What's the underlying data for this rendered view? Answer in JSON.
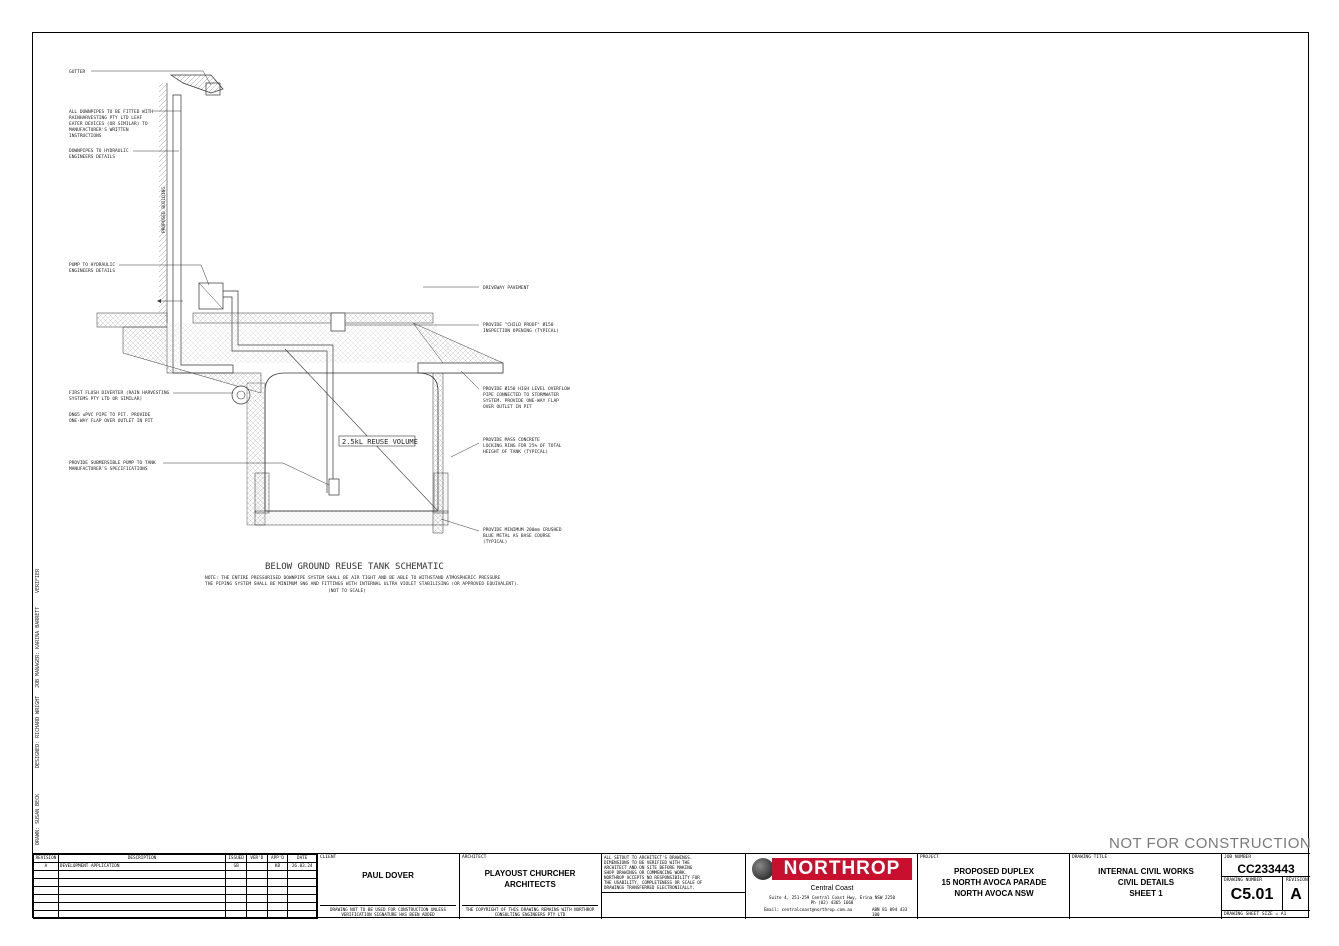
{
  "drawing": {
    "labels": {
      "gutter": "GUTTER",
      "downpipes_fitted_1": "ALL DOWNPIPES TO BE FITTED WITH",
      "downpipes_fitted_2": "RAINHARVESTING PTY LTD LEAF",
      "downpipes_fitted_3": "EATER DEVICES (OR SIMILAR) TO",
      "downpipes_fitted_4": "MANUFACTURER'S WRITTEN",
      "downpipes_fitted_5": "INSTRUCTIONS",
      "downpipes_hyd_1": "DOWNPIPES TO HYDRAULIC",
      "downpipes_hyd_2": "ENGINEERS DETAILS",
      "proposed_building": "PROPOSED BUILDING",
      "pump_1": "PUMP TO HYDRAULIC",
      "pump_2": "ENGINEERS DETAILS",
      "first_flush_1": "FIRST FLUSH DIVERTER (RAIN HARVESTING",
      "first_flush_2": "SYSTEMS PTY LTD OR SIMILAR)",
      "dn65_1": "DN65 uPVC PIPE TO PIT. PROVIDE",
      "dn65_2": "ONE-WAY FLAP OVER OUTLET IN PIT",
      "submersible_1": "PROVIDE SUBMERSIBLE PUMP TO TANK",
      "submersible_2": "MANUFACTURER'S SPECIFICATIONS",
      "driveway": "DRIVEWAY PAVEMENT",
      "child_proof_1": "PROVIDE \"CHILD PROOF\" Ø150",
      "child_proof_2": "INSPECTION OPENING (TYPICAL)",
      "overflow_1": "PROVIDE Ø150 HIGH LEVEL OVERFLOW",
      "overflow_2": "PIPE CONNECTED TO STORMWATER",
      "overflow_3": "SYSTEM. PROVIDE ONE-WAY FLAP",
      "overflow_4": "OVER OUTLET IN PIT",
      "mass_concrete_1": "PROVIDE MASS CONCRETE",
      "mass_concrete_2": "LOCKING RING FOR 25% OF TOTAL",
      "mass_concrete_3": "HEIGHT OF TANK (TYPICAL)",
      "base_course_1": "PROVIDE MINIMUM 200mm CRUSHED",
      "base_course_2": "BLUE METAL AS BASE COURSE",
      "base_course_3": "(TYPICAL)",
      "reuse_volume": "2.5kL REUSE VOLUME"
    },
    "title": "BELOW GROUND REUSE TANK SCHEMATIC",
    "note_1": "NOTE: THE ENTIRE PRESSURISED DOWNPIPE SYSTEM SHALL BE AIR TIGHT AND BE ABLE TO WITHSTAND ATMOSPHERIC PRESSURE",
    "note_2": "THE PIPING SYSTEM SHALL BE MINIMUM SN6 AND FITTINGS WITH INTERNAL ULTRA VIOLET STABILISING (OR APPROVED EQUIVALENT).",
    "note_3": "(NOT TO SCALE)"
  },
  "side": {
    "verifier": "VERIFIER",
    "job_manager": "JOB MANAGER: KARINA BARRETT",
    "designed": "DESIGNED: RICHARD WRIGHT",
    "drawn": "DRAWN: SUSAN BECK"
  },
  "stamp": "NOT FOR CONSTRUCTION",
  "title_block": {
    "rev_headers": [
      "REVISION",
      "DESCRIPTION",
      "ISSUED",
      "VER'D",
      "APP'D",
      "DATE"
    ],
    "rev_rows": [
      [
        "A",
        "DEVELOPMENT APPLICATION",
        "SB",
        "",
        "KB",
        "26.03.24"
      ]
    ],
    "client_label": "CLIENT",
    "client": "PAUL DOVER",
    "client_note": "DRAWING NOT TO BE USED FOR CONSTRUCTION UNLESS VERIFICATION SIGNATURE HAS BEEN ADDED",
    "architect_label": "ARCHITECT",
    "architect_1": "PLAYOUST CHURCHER",
    "architect_2": "ARCHITECTS",
    "architect_note": "THE COPYRIGHT OF THIS DRAWING REMAINS WITH NORTHROP CONSULTING ENGINEERS PTY LTD",
    "disclaimer": "ALL SETOUT TO ARCHITECT'S DRAWINGS. DIMENSIONS TO BE VERIFIED WITH THE ARCHITECT AND ON SITE BEFORE MAKING SHOP DRAWINGS OR COMMENCING WORK. NORTHROP ACCEPTS NO RESPONSIBILITY FOR THE USABILITY, COMPLETENESS OR SCALE OF DRAWINGS TRANSFERRED ELECTRONICALLY.",
    "company": "NORTHROP",
    "office": "Central Coast",
    "address": "Suite 4, 251-259 Central Coast Hwy, Erina NSW 2250",
    "phone": "Ph (02) 4365 1668",
    "email": "Email: centralcoast@northrop.com.au",
    "abn": "ABN 81 094 433 100",
    "project_label": "PROJECT",
    "project_1": "PROPOSED DUPLEX",
    "project_2": "15 NORTH AVOCA PARADE",
    "project_3": "NORTH AVOCA NSW",
    "drawing_title_label": "DRAWING TITLE",
    "drawing_title_1": "INTERNAL CIVIL WORKS",
    "drawing_title_2": "CIVIL DETAILS",
    "drawing_title_3": "SHEET 1",
    "job_number_label": "JOB NUMBER",
    "job_number": "CC233443",
    "drawing_number_label": "DRAWING NUMBER",
    "drawing_number": "C5.01",
    "revision_label": "REVISION",
    "revision": "A",
    "sheet_size": "DRAWING SHEET SIZE = A1"
  }
}
